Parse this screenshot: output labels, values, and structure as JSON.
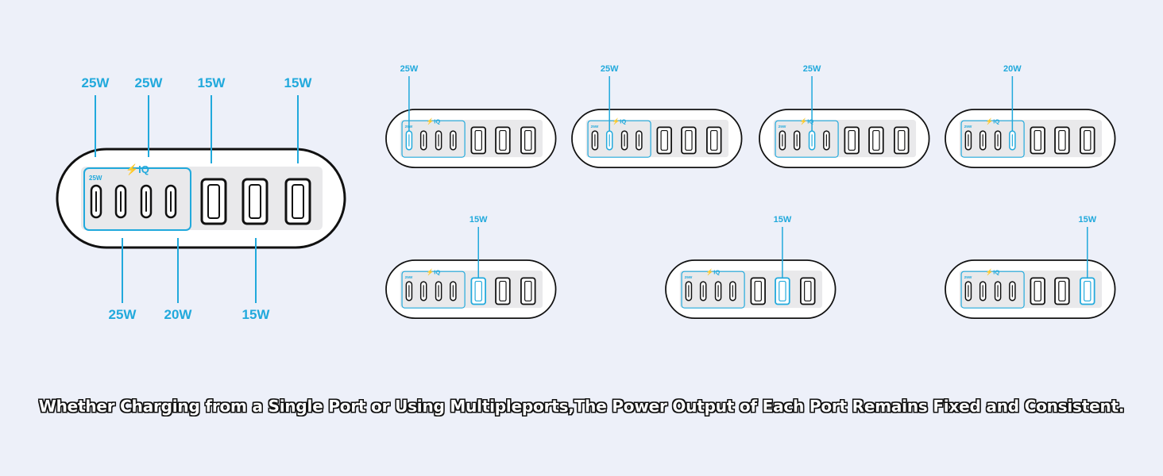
{
  "accent_color": "#21a9dc",
  "outline_color": "#111111",
  "brand": {
    "badge": "⚡IQ",
    "port_rating": "25W"
  },
  "main_charger": {
    "top_labels": [
      "25W",
      "25W",
      "15W",
      "15W"
    ],
    "bottom_labels": [
      "25W",
      "20W",
      "15W"
    ]
  },
  "scenarios": [
    {
      "label": "25W",
      "active_port": 0
    },
    {
      "label": "25W",
      "active_port": 1
    },
    {
      "label": "25W",
      "active_port": 2
    },
    {
      "label": "20W",
      "active_port": 3
    },
    {
      "label": "15W",
      "active_port": 4
    },
    {
      "label": "15W",
      "active_port": 5
    },
    {
      "label": "15W",
      "active_port": 6
    }
  ],
  "caption": "Whether Charging from a Single Port or Using Multipleports,The Power Output of Each Port Remains Fixed and Consistent."
}
